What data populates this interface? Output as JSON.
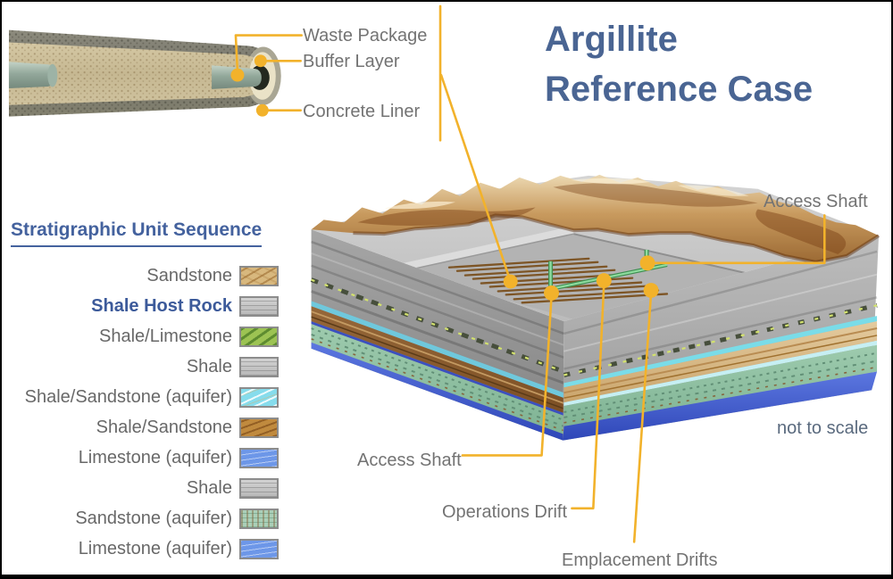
{
  "title": {
    "line1": "Argillite",
    "line2": "Reference Case",
    "full": "Argillite Reference Case"
  },
  "cross_section": {
    "waste_package": "Waste Package",
    "buffer_layer": "Buffer Layer",
    "concrete_liner": "Concrete Liner"
  },
  "legend": {
    "title": "Stratigraphic Unit Sequence",
    "items": [
      {
        "label": "Sandstone",
        "swatch": "sandstone",
        "bold": false
      },
      {
        "label": "Shale Host Rock",
        "swatch": "shale",
        "bold": true
      },
      {
        "label": "Shale/Limestone",
        "swatch": "shale-limestone",
        "bold": false
      },
      {
        "label": "Shale",
        "swatch": "shale",
        "bold": false
      },
      {
        "label": "Shale/Sandstone (aquifer)",
        "swatch": "shale-sandstone-aquifer",
        "bold": false
      },
      {
        "label": "Shale/Sandstone",
        "swatch": "shale-sandstone",
        "bold": false
      },
      {
        "label": "Limestone (aquifer)",
        "swatch": "limestone-aquifer",
        "bold": false
      },
      {
        "label": "Shale",
        "swatch": "shale",
        "bold": false
      },
      {
        "label": "Sandstone (aquifer)",
        "swatch": "sandstone-aquifer",
        "bold": false
      },
      {
        "label": "Limestone (aquifer)",
        "swatch": "limestone-aquifer",
        "bold": false
      }
    ]
  },
  "block_callouts": {
    "access_shaft_top": "Access Shaft",
    "access_shaft_bottom": "Access Shaft",
    "operations_drift": "Operations Drift",
    "emplacement_drifts": "Emplacement Drifts"
  },
  "note": "not to scale",
  "colors": {
    "callout_yellow": "#F2B22B",
    "title_blue": "#4A6593",
    "legend_header_blue": "#44629E",
    "host_rock_label_blue": "#3C5A9A",
    "label_gray": "#737373",
    "note_gray_blue": "#5A6A7E",
    "layers": {
      "sandstone": "#D8B87E",
      "shale": "#C6C6C6",
      "shale_limestone": "#9CC353",
      "shale_sandstone_aquifer": "#86DCEC",
      "shale_sandstone": "#C08A3E",
      "limestone_aquifer": "#6D97E8",
      "sandstone_aquifer": "#ABCFB8"
    }
  }
}
